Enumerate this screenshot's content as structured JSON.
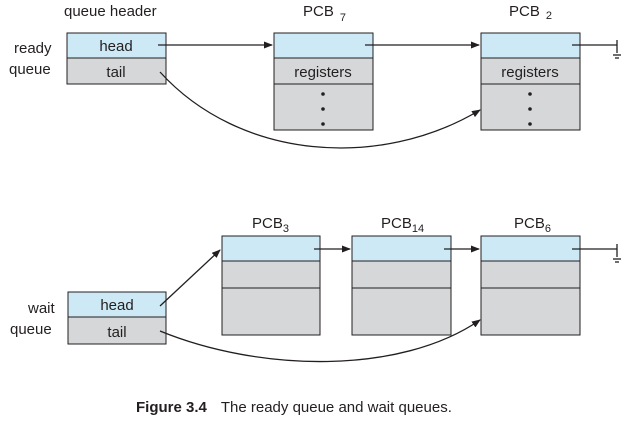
{
  "colors": {
    "field_fill": "#cde9f6",
    "body_fill": "#d6d7d8",
    "outline": "#231f20",
    "ink": "#231f20"
  },
  "ready": {
    "header_title": "queue header",
    "queue_label_line1": "ready",
    "queue_label_line2": "queue",
    "head_label": "head",
    "tail_label": "tail",
    "pcbs": [
      {
        "base": "PCB",
        "sub": "7",
        "field_label": "registers",
        "ellipsis": true
      },
      {
        "base": "PCB",
        "sub": "2",
        "field_label": "registers",
        "ellipsis": true
      }
    ]
  },
  "wait": {
    "queue_label_line1": "wait",
    "queue_label_line2": "queue",
    "head_label": "head",
    "tail_label": "tail",
    "pcbs": [
      {
        "base": "PCB",
        "sub": "3"
      },
      {
        "base": "PCB",
        "sub": "14"
      },
      {
        "base": "PCB",
        "sub": "6"
      }
    ]
  },
  "caption": {
    "figure_label": "Figure 3.4",
    "text": "The ready queue and wait queues."
  }
}
